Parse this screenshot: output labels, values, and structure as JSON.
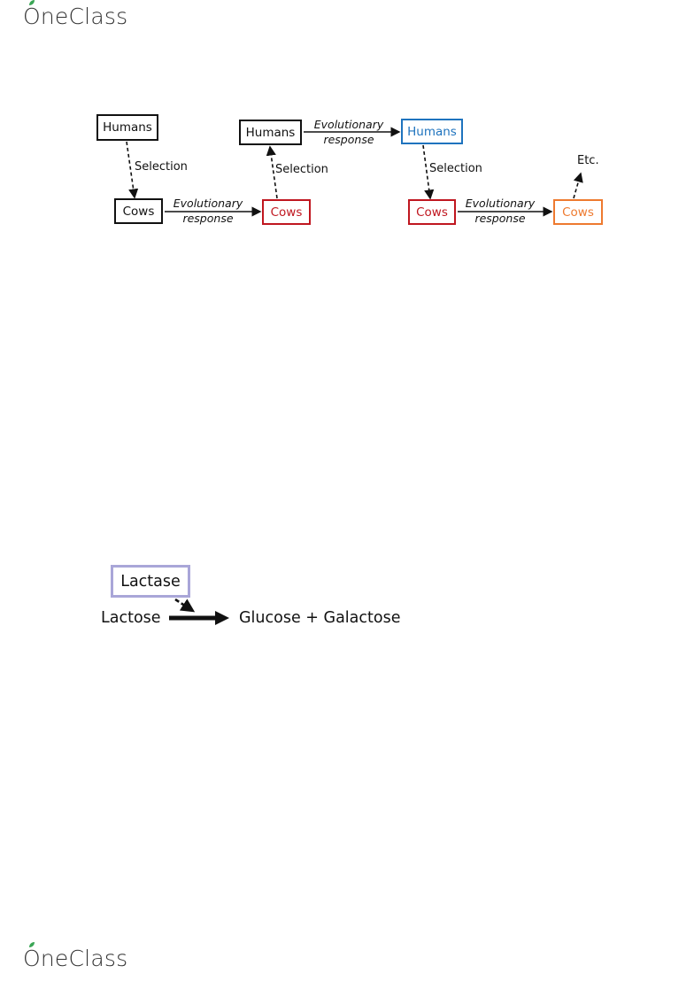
{
  "brand": {
    "name_first": "O",
    "name_rest": "neClass"
  },
  "diagram1": {
    "humans_a": "Humans",
    "cows_a": "Cows",
    "selection_a": "Selection",
    "evo_a_line1": "Evolutionary",
    "evo_a_line2": "response",
    "cows_b": "Cows",
    "selection_b": "Selection",
    "humans_b": "Humans",
    "evo_b_line1": "Evolutionary",
    "evo_b_line2": "response",
    "humans_c": "Humans",
    "selection_c": "Selection",
    "cows_c": "Cows",
    "evo_c_line1": "Evolutionary",
    "evo_c_line2": "response",
    "cows_d": "Cows",
    "etc": "Etc.",
    "colors": {
      "black": "#111111",
      "red": "#c0161f",
      "blue": "#1e73be",
      "orange": "#ee7a2f"
    }
  },
  "diagram2": {
    "enzyme": "Lactase",
    "substrate": "Lactose",
    "products": "Glucose + Galactose",
    "enzyme_border": "#a9a6d8"
  }
}
